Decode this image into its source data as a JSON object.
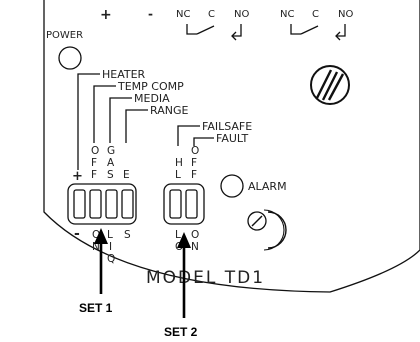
{
  "panel": {
    "power_label": "POWER",
    "plus": "+",
    "minus": "-",
    "alarm_label": "ALARM",
    "model_label": "MODEL TD1"
  },
  "relays": [
    {
      "nc": "NC",
      "c": "C",
      "no": "NO"
    },
    {
      "nc": "NC",
      "c": "C",
      "no": "NO"
    }
  ],
  "switch_group_1": {
    "callouts": [
      "HEATER",
      "TEMP COMP",
      "MEDIA",
      "RANGE"
    ],
    "top_sign": "+",
    "bottom_sign": "-",
    "top_cols": [
      [
        "O",
        "F",
        "F"
      ],
      [
        "G",
        "A",
        "S"
      ],
      [
        "E"
      ]
    ],
    "bottom_cols": [
      [
        "O",
        "N"
      ],
      [
        "L",
        "I",
        "Q"
      ],
      [
        "S"
      ]
    ]
  },
  "switch_group_2": {
    "callouts": [
      "FAILSAFE",
      "FAULT"
    ],
    "top_cols": [
      [
        "H",
        "L"
      ],
      [
        "O",
        "F",
        "F"
      ]
    ],
    "bottom_cols": [
      [
        "L",
        "O"
      ],
      [
        "O",
        "N"
      ]
    ]
  },
  "sets": {
    "set1": "SET 1",
    "set2": "SET 2"
  }
}
